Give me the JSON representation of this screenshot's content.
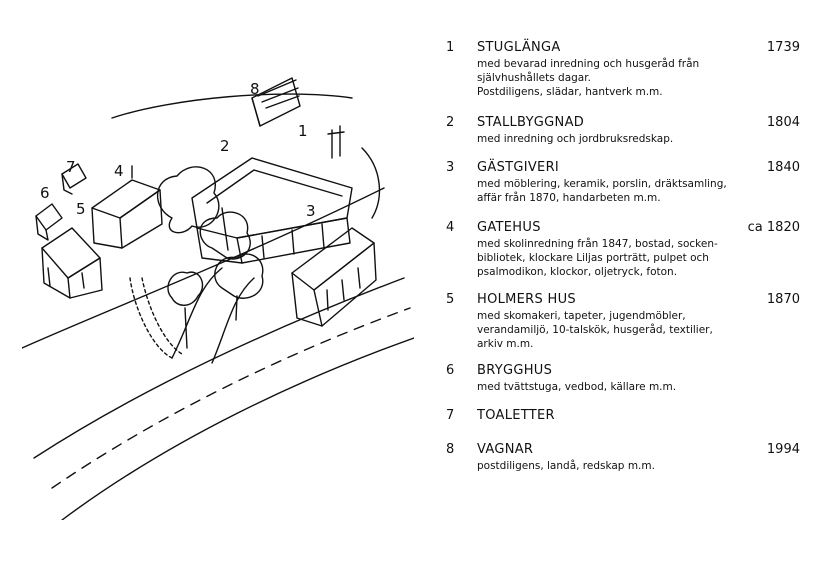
{
  "map": {
    "labels": [
      "1",
      "2",
      "3",
      "4",
      "5",
      "6",
      "7",
      "8"
    ]
  },
  "entries": [
    {
      "num": "1",
      "title": "STUGLÄNGA",
      "year": "1739",
      "desc": "med bevarad inredning och husgeråd från\nsjälvhushållets dagar.\nPostdiligens, slädar, hantverk m.m."
    },
    {
      "num": "2",
      "title": "STALLBYGGNAD",
      "year": "1804",
      "desc": "med inredning och jordbruksredskap."
    },
    {
      "num": "3",
      "title": "GÄSTGIVERI",
      "year": "1840",
      "desc": "med möblering, keramik, porslin, dräktsamling,\naffär från 1870, handarbeten m.m."
    },
    {
      "num": "4",
      "title": "GATEHUS",
      "year": "ca 1820",
      "desc": "med skolinredning från 1847, bostad, socken-\nbibliotek, klockare Liljas porträtt, pulpet och\npsalmodikon, klockor, oljetryck, foton."
    },
    {
      "num": "5",
      "title": "HOLMERS HUS",
      "year": "1870",
      "desc": "med skomakeri, tapeter, jugendmöbler,\nverandamiljö, 10-talskök, husgeråd, textilier,\narkiv m.m."
    },
    {
      "num": "6",
      "title": "BRYGGHUS",
      "year": "",
      "desc": "med tvättstuga, vedbod, källare m.m."
    },
    {
      "num": "7",
      "title": "TOALETTER",
      "year": "",
      "desc": ""
    },
    {
      "num": "8",
      "title": "VAGNAR",
      "year": "1994",
      "desc": "postdiligens, landå, redskap m.m."
    }
  ]
}
